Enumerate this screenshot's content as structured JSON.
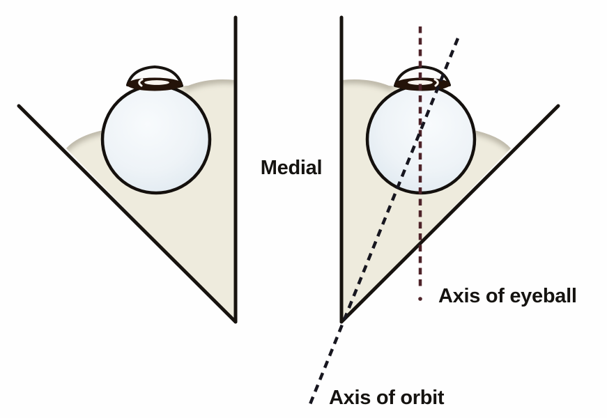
{
  "diagram": {
    "labels": {
      "medial": "Medial",
      "axis_of_eyeball": "Axis of eyeball",
      "axis_of_orbit": "Axis of orbit"
    },
    "colors": {
      "background": "#fefefe",
      "orbit_fill": "#eeebdd",
      "outline": "#17130f",
      "eyeball_axis": "#4e2329",
      "orbit_axis": "#17161f",
      "iris": "#241309"
    }
  }
}
